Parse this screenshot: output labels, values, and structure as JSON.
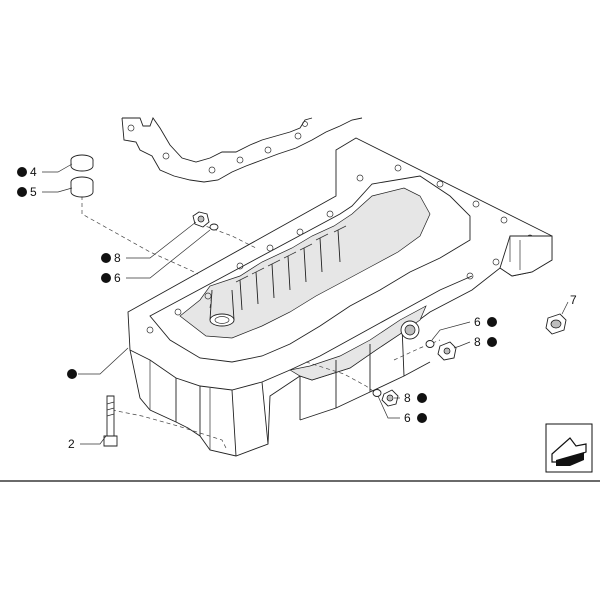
{
  "callouts": [
    {
      "id": "c4",
      "number": "4",
      "dot": true
    },
    {
      "id": "c5",
      "number": "5",
      "dot": true
    },
    {
      "id": "c8a",
      "number": "8",
      "dot": true
    },
    {
      "id": "c6a",
      "number": "6",
      "dot": true
    },
    {
      "id": "c1",
      "number": "",
      "dot": true
    },
    {
      "id": "c2",
      "number": "2",
      "dot": false
    },
    {
      "id": "c7",
      "number": "7",
      "dot": false
    },
    {
      "id": "c6b",
      "number": "6",
      "dot": true
    },
    {
      "id": "c8b",
      "number": "8",
      "dot": true
    },
    {
      "id": "c8c",
      "number": "8",
      "dot": true
    },
    {
      "id": "c6c",
      "number": "6",
      "dot": true
    }
  ],
  "icons": {
    "navigation": "arrow-box-icon"
  },
  "colors": {
    "line": "#222222",
    "dot": "#111111",
    "background": "#ffffff"
  }
}
